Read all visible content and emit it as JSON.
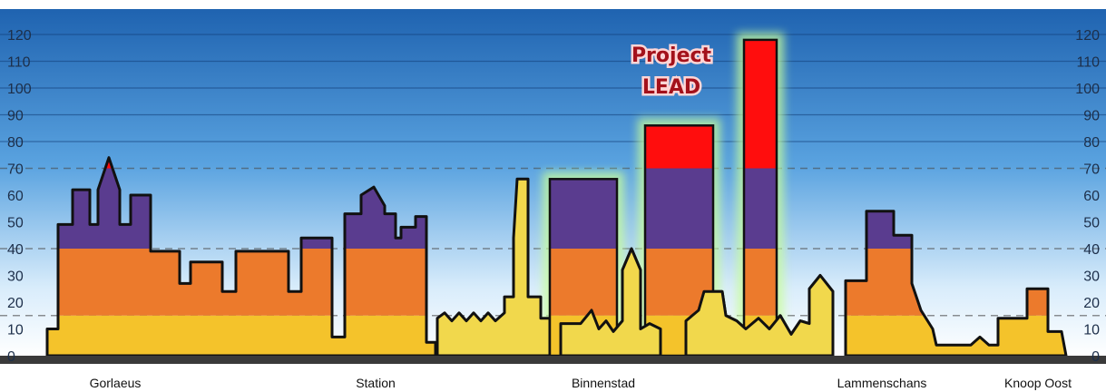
{
  "title_annotation": {
    "line1": "Project",
    "line2": "LEAD"
  },
  "colors": {
    "sky_top": "#2d6fb8",
    "sky_bottom": "#ffffff",
    "band_0_15": "#f4c32b",
    "band_15_40": "#ec7a2c",
    "band_40_70": "#5a3c8f",
    "band_70_up": "#ff0d0d",
    "low_building": "#f1d84c",
    "ground": "#3a3a3a",
    "outline": "#111111"
  },
  "chart_data": {
    "type": "skyline-profile",
    "unit": "m",
    "ylim": [
      0,
      125
    ],
    "y_ticks": [
      "0",
      "10",
      "20",
      "30",
      "40",
      "50",
      "60",
      "70",
      "80",
      "90",
      "100",
      "110",
      "120"
    ],
    "reference_lines": [
      70,
      40,
      15
    ],
    "height_bands": [
      {
        "from": 0,
        "to": 15,
        "color_key": "band_0_15"
      },
      {
        "from": 15,
        "to": 40,
        "color_key": "band_15_40"
      },
      {
        "from": 40,
        "to": 70,
        "color_key": "band_40_70"
      },
      {
        "from": 70,
        "to": 125,
        "color_key": "band_70_up"
      }
    ],
    "districts": [
      "Gorlaeus",
      "Station",
      "Binnenstad",
      "Lammenschans",
      "Knoop Oost"
    ],
    "project_lead_towers": [
      {
        "height": 66
      },
      {
        "height": 86
      },
      {
        "height": 118
      }
    ]
  }
}
